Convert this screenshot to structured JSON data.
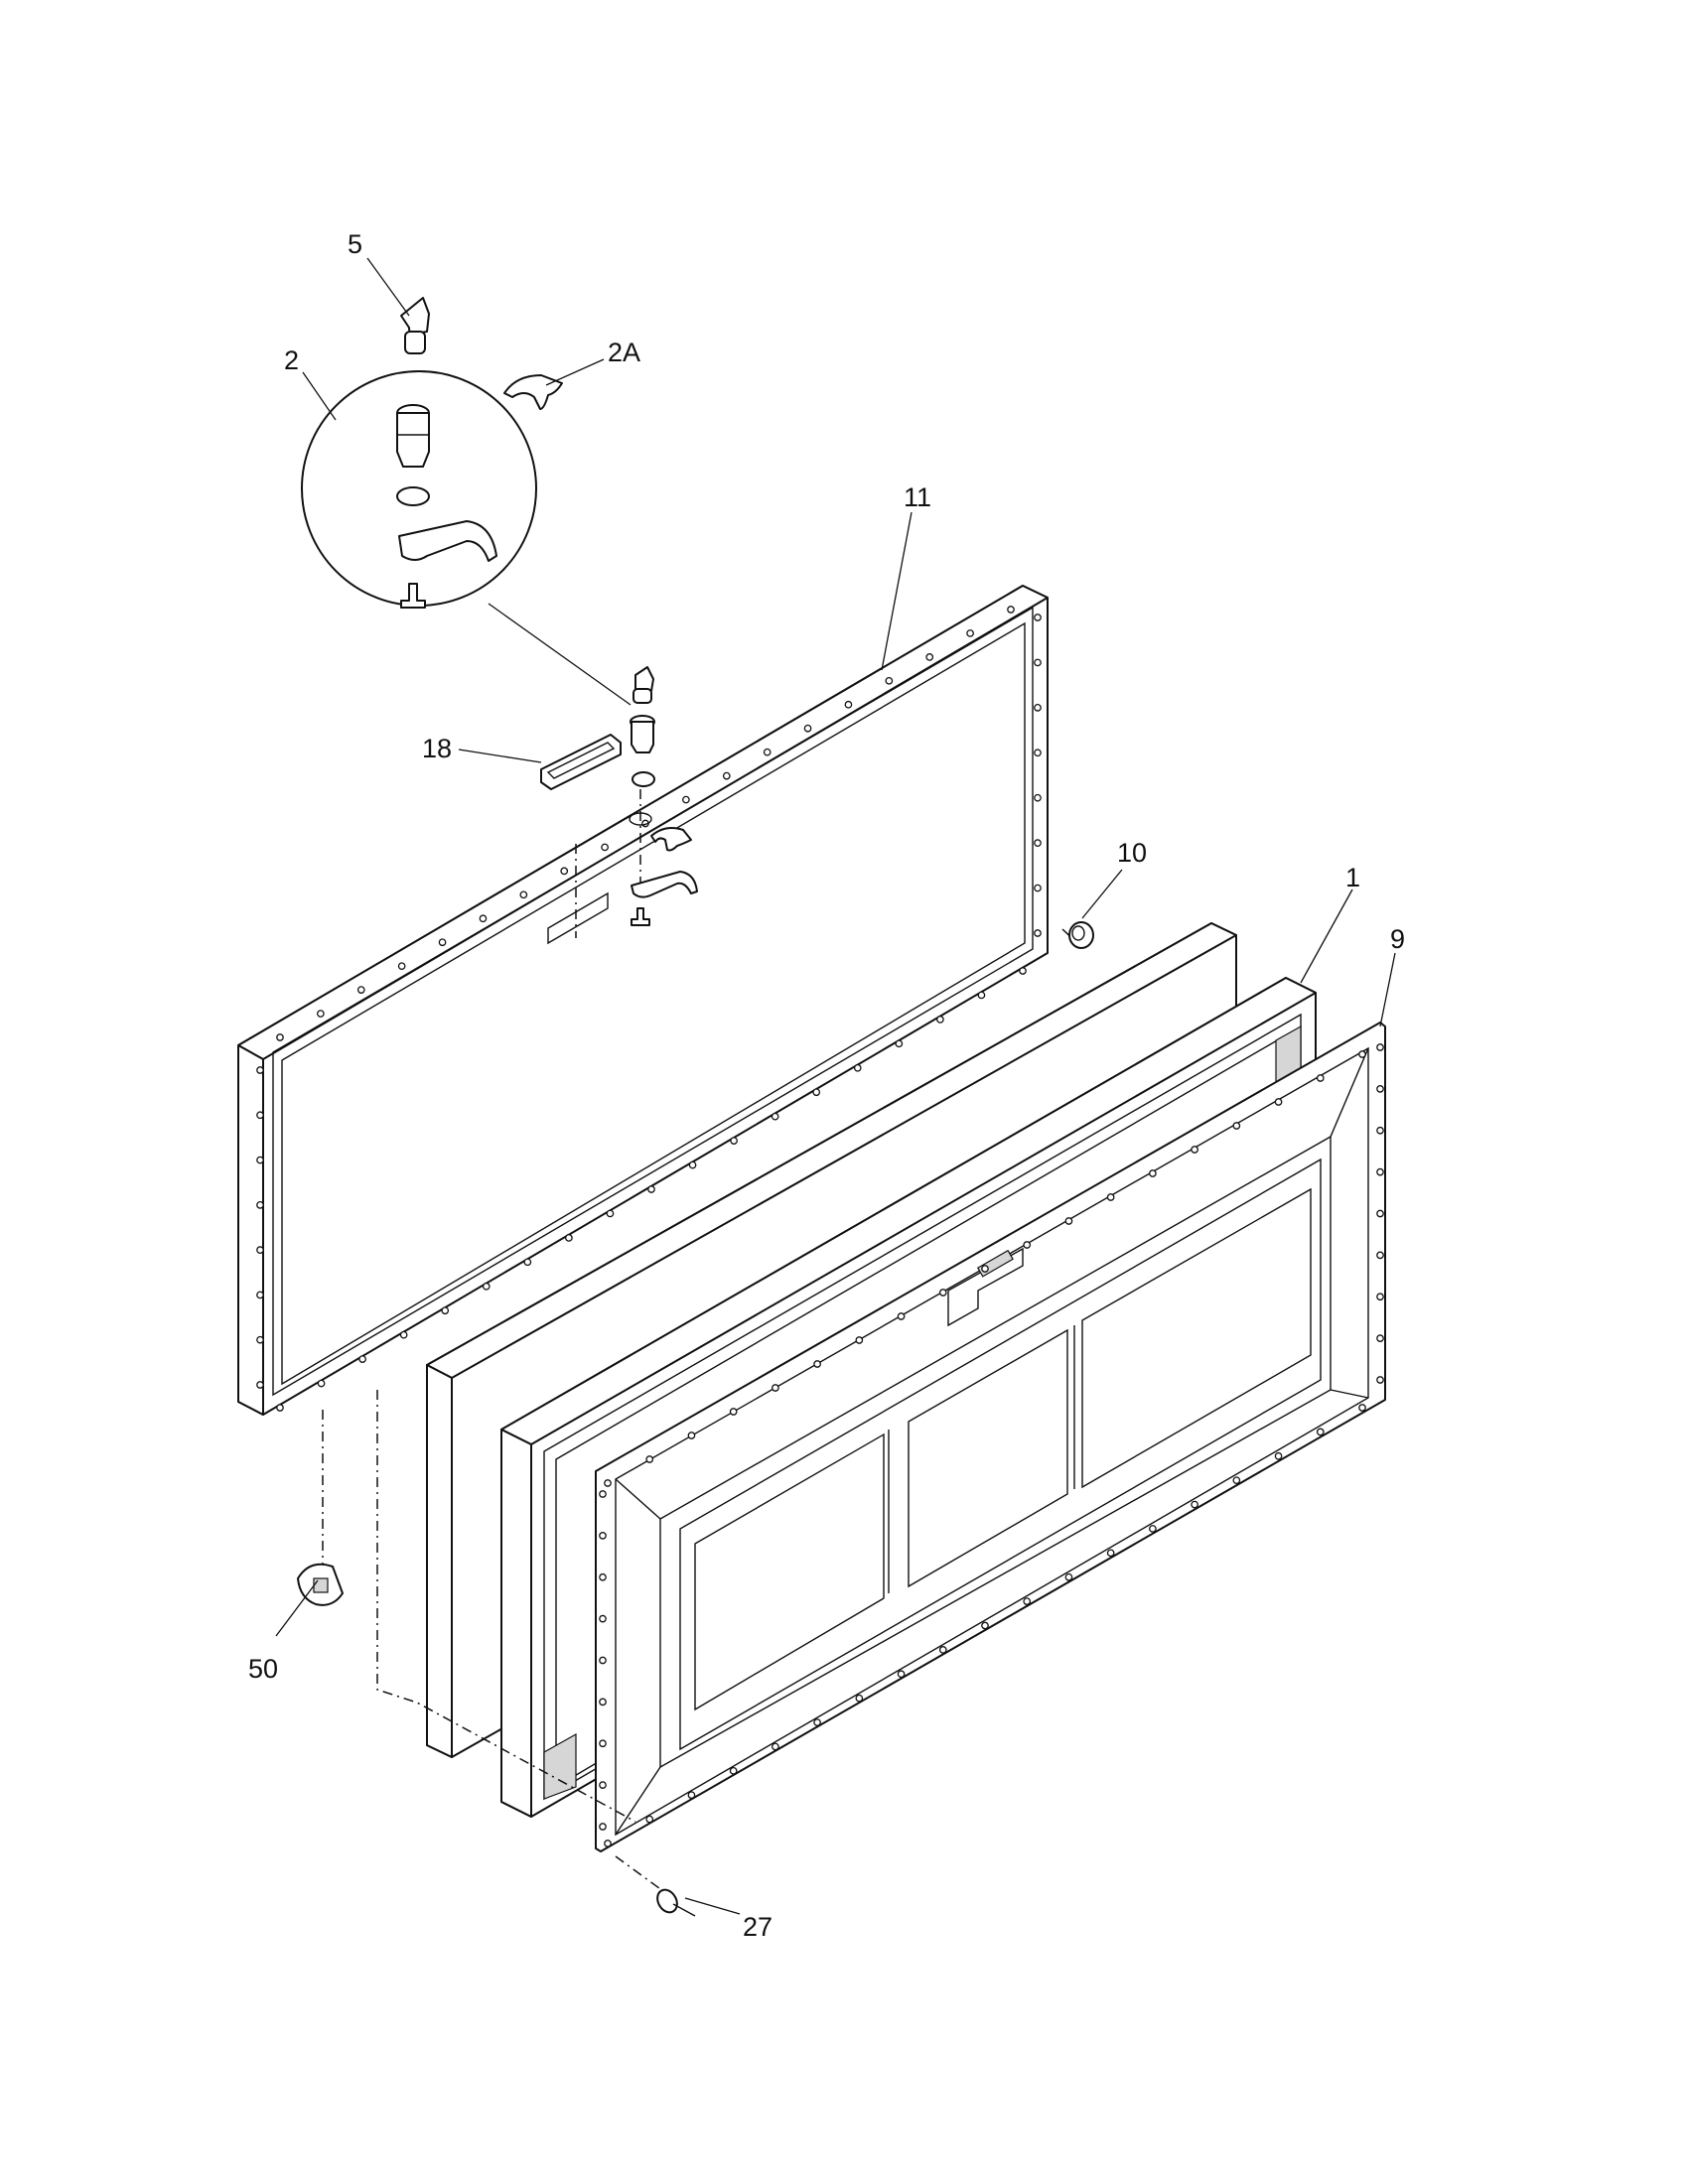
{
  "diagram": {
    "callouts": [
      {
        "id": "5",
        "text": "5"
      },
      {
        "id": "2A",
        "text": "2A"
      },
      {
        "id": "2",
        "text": "2"
      },
      {
        "id": "11",
        "text": "11"
      },
      {
        "id": "18",
        "text": "18"
      },
      {
        "id": "10",
        "text": "10"
      },
      {
        "id": "1",
        "text": "1"
      },
      {
        "id": "9",
        "text": "9"
      },
      {
        "id": "50",
        "text": "50"
      },
      {
        "id": "27",
        "text": "27"
      }
    ]
  }
}
